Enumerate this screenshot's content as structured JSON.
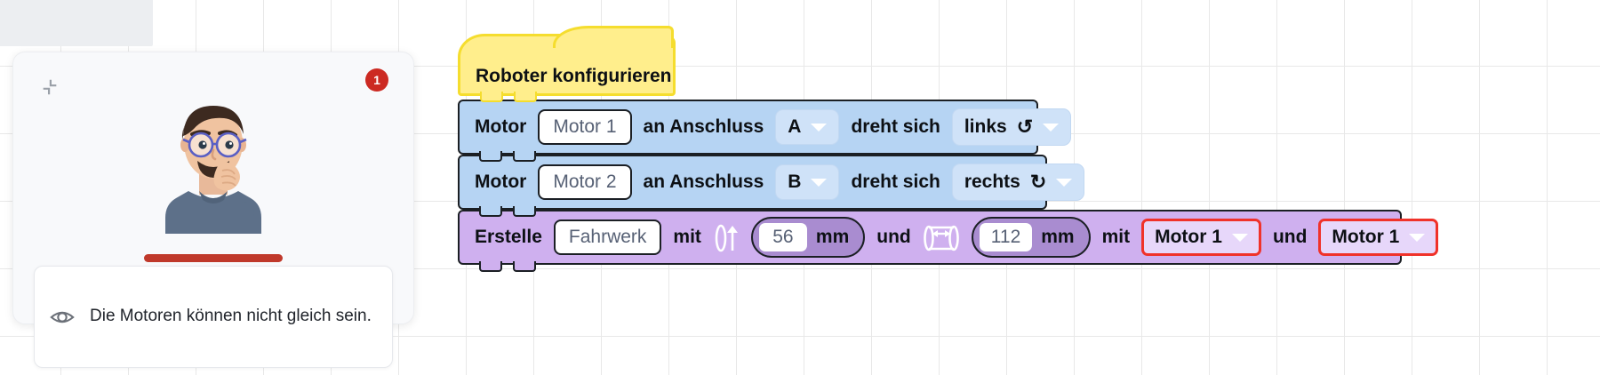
{
  "canvas": {
    "grid_color": "#e8e8e8",
    "background": "#ffffff"
  },
  "hint_card": {
    "badge_count": "1",
    "collapse_icon": "collapse-icon",
    "avatar_icon": "nervous-person-avatar",
    "eye_icon": "eye-icon",
    "message": "Die Motoren können nicht gleich sein.",
    "accent_color": "#c0392b"
  },
  "blocks": {
    "hat": {
      "label": "Roboter konfigurieren",
      "color": "#ffee8c",
      "border_color": "#f5dd2e"
    },
    "motor_rows": [
      {
        "prefix": "Motor",
        "name_value": "Motor 1",
        "middle": "an Anschluss",
        "port": "A",
        "direction_label": "dreht sich",
        "rotation": "links",
        "rotation_glyph": "↺",
        "rotation_icon": "rotate-counterclockwise-icon",
        "color": "#b6d4f3"
      },
      {
        "prefix": "Motor",
        "name_value": "Motor 2",
        "middle": "an Anschluss",
        "port": "B",
        "direction_label": "dreht sich",
        "rotation": "rechts",
        "rotation_glyph": "↻",
        "rotation_icon": "rotate-clockwise-icon",
        "color": "#b6d4f3"
      }
    ],
    "chassis": {
      "prefix": "Erstelle",
      "name_value": "Fahrwerk",
      "with_1": "mit",
      "wheel_diameter_icon": "wheel-diameter-icon",
      "wheel_diameter": "56",
      "wheel_diameter_unit": "mm",
      "conjunction_1": "und",
      "track_width_icon": "track-width-icon",
      "track_width": "112",
      "track_width_unit": "mm",
      "with_2": "mit",
      "motor_left": "Motor 1",
      "conjunction_2": "und",
      "motor_right": "Motor 1",
      "color": "#cfb0ef",
      "error_color": "#f0322a"
    }
  }
}
